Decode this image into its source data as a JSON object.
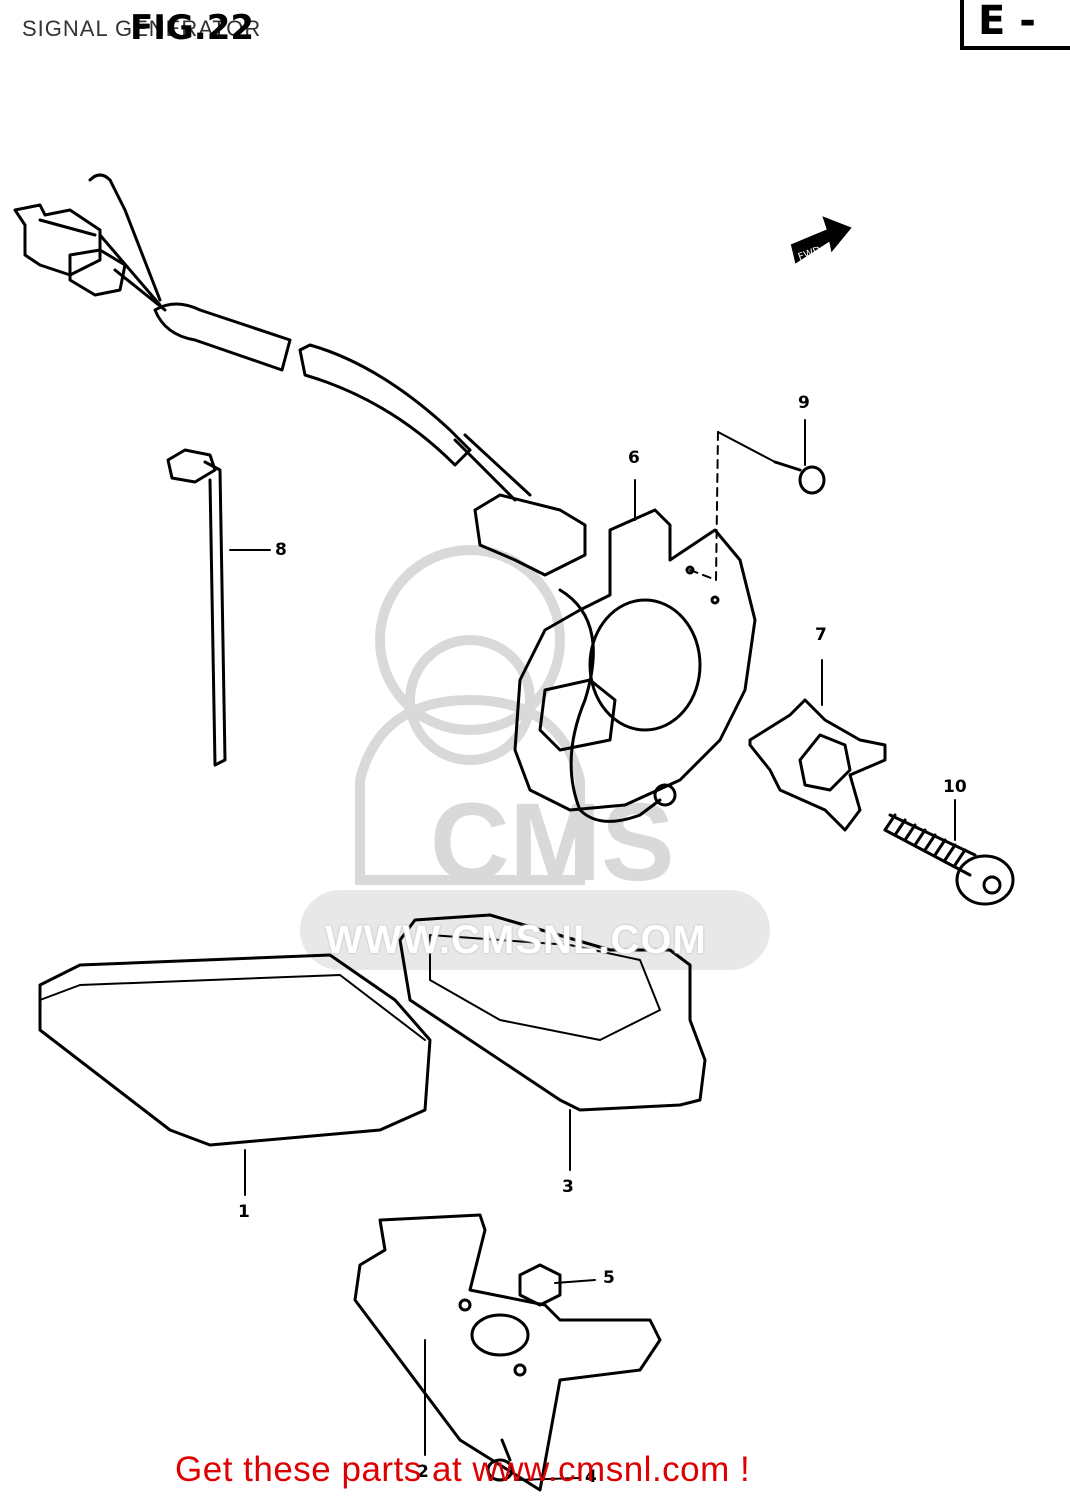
{
  "header": {
    "title": "SIGNAL GENERATOR",
    "fig": "FIG.22",
    "section": "E -"
  },
  "callouts": [
    "1",
    "2",
    "3",
    "4",
    "5",
    "6",
    "7",
    "8",
    "9",
    "10"
  ],
  "fwd_label": "FWD",
  "watermark": {
    "brand": "CMS",
    "url": "WWW.CMSNL.COM"
  },
  "footer": {
    "link_text": "Get these parts at www.cmsnl.com !"
  },
  "colors": {
    "footer": "#dd0000",
    "ink": "#000000",
    "watermark": "#d9d9d9"
  }
}
